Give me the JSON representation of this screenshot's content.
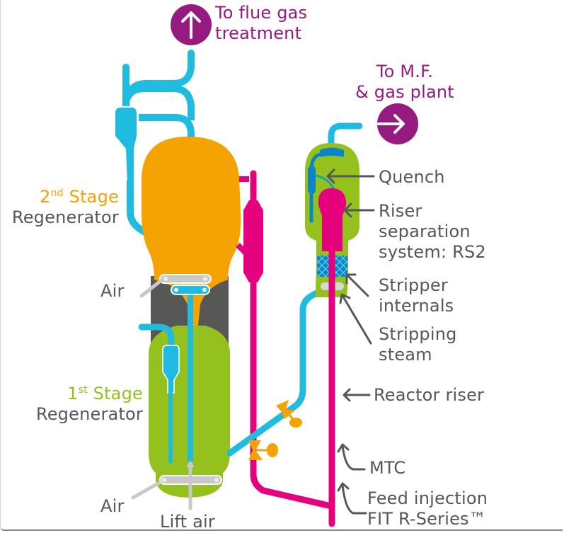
{
  "diagram": {
    "title": "FCC two-stage regenerator and reactor process flow",
    "colors": {
      "outlet_purple": "#951b81",
      "second_stage_orange": "#f5a300",
      "first_stage_green": "#95c11f",
      "catalyst_pipe_blue": "#1fbbe0",
      "dark_blue": "#0a86c6",
      "riser_magenta": "#e5007e",
      "standpipe_grey": "#575756",
      "air_grey": "#c8c8c8",
      "text_grey": "#575756"
    },
    "icons": {
      "flue_gas_outlet": "arrow-up-circle-icon",
      "product_outlet": "arrow-right-circle-icon"
    },
    "outlets": {
      "flue_gas": {
        "line1": "To flue gas",
        "line2": "treatment"
      },
      "product": {
        "line1": "To M.F.",
        "line2": "& gas plant"
      }
    },
    "regenerators": {
      "second_stage": {
        "ordinal": "2",
        "suffix": "nd",
        "stage": " Stage",
        "name": "Regenerator"
      },
      "first_stage": {
        "ordinal": "1",
        "suffix": "st",
        "stage": " Stage",
        "name": "Regenerator"
      }
    },
    "labels": {
      "air_upper": "Air",
      "air_lower": "Air",
      "lift_air": "Lift air",
      "quench": "Quench",
      "riser_separation_l1": "Riser",
      "riser_separation_l2": "separation",
      "riser_separation_l3": "system: RS2",
      "stripper_internals_l1": "Stripper",
      "stripper_internals_l2": "internals",
      "stripping_steam_l1": "Stripping",
      "stripping_steam_l2": "steam",
      "reactor_riser": "Reactor riser",
      "mtc": "MTC",
      "feed_injection_l1": "Feed injection",
      "feed_injection_l2": "FIT R-Series™"
    }
  }
}
